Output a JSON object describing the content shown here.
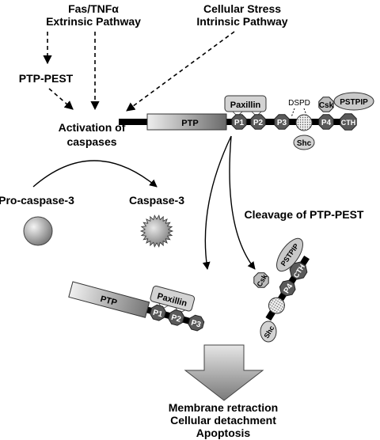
{
  "pathways": {
    "extrinsic_line1": "Fas/TNFα",
    "extrinsic_line2": "Extrinsic Pathway",
    "intrinsic_line1": "Cellular Stress",
    "intrinsic_line2": "Intrinsic Pathway"
  },
  "ptp_pest_label": "PTP-PEST",
  "activation_line1": "Activation of",
  "activation_line2": "caspases",
  "procaspase_label": "Pro-caspase-3",
  "caspase_label": "Caspase-3",
  "cleavage_label": "Cleavage of PTP-PEST",
  "domains": {
    "ptp": "PTP",
    "p1": "P1",
    "p2": "P2",
    "p3": "P3",
    "p4": "P4",
    "cth": "CTH",
    "paxillin": "Paxillin",
    "csk": "Csk",
    "pstpip": "PSTPIP",
    "shc": "Shc",
    "dspd": "DSPD"
  },
  "outcome_line1": "Membrane retraction",
  "outcome_line2": "Cellular detachment",
  "outcome_line3": "Apoptosis",
  "colors": {
    "ptp_light": "#d9d9d9",
    "ptp_dark": "#6e6e6e",
    "domain_dark": "#5a5a5a",
    "box_light": "#cfcfcf",
    "arrow_dark": "#8c8c8c"
  }
}
